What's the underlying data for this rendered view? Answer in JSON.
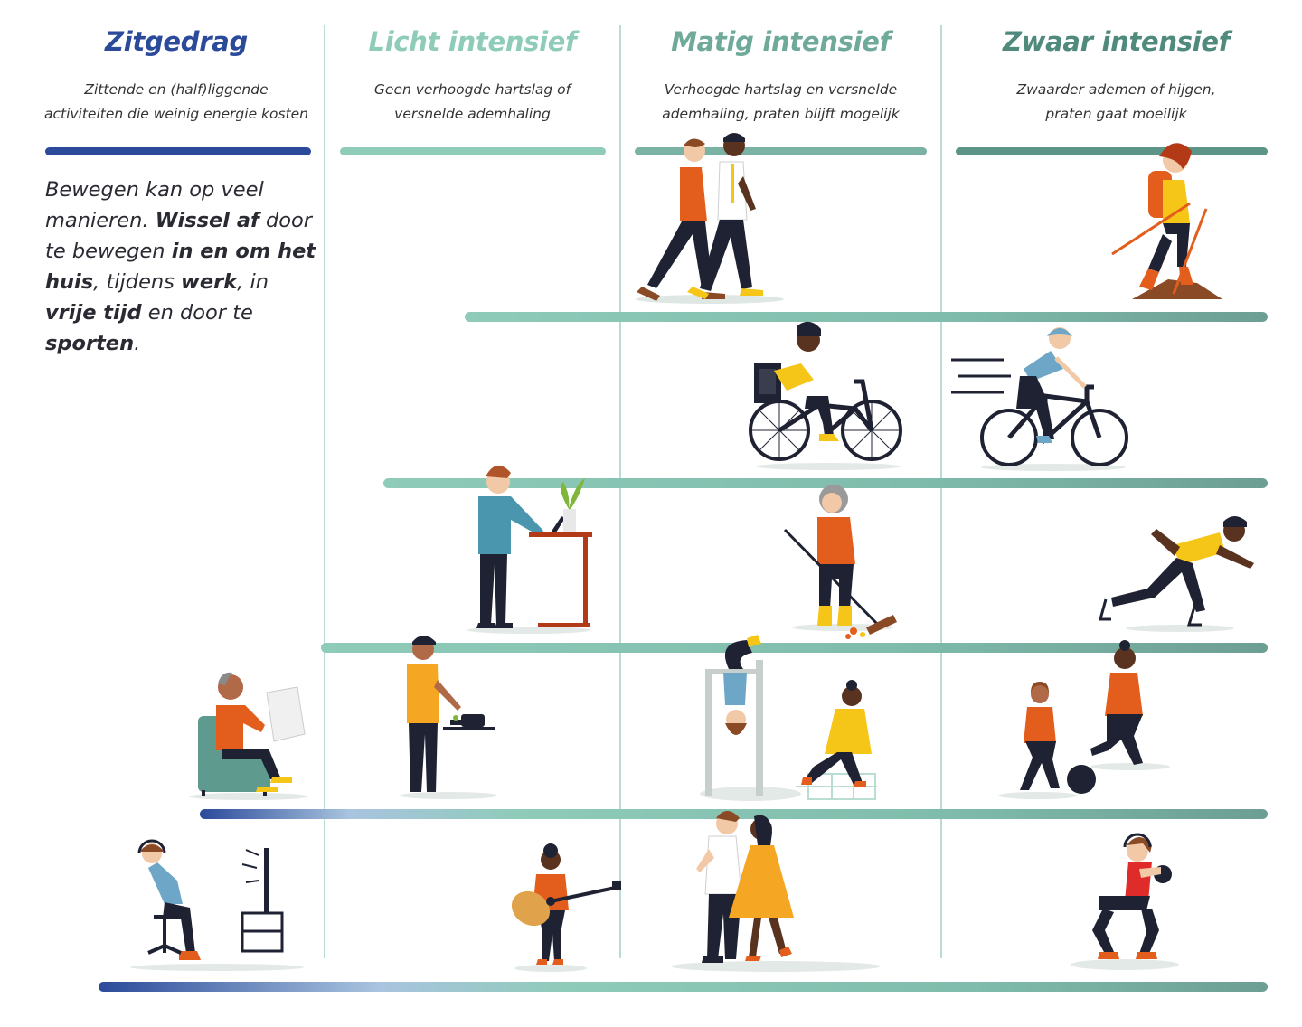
{
  "columns": [
    {
      "title": "Zitgedrag",
      "desc_line1": "Zittende en (half)liggende",
      "desc_line2": "activiteiten die weinig energie kosten",
      "color": "#2b4a9a"
    },
    {
      "title": "Licht intensief",
      "desc_line1": "Geen verhoogde hartslag of",
      "desc_line2": "versnelde ademhaling",
      "color": "#8fcbb9"
    },
    {
      "title": "Matig intensief",
      "desc_line1": "Verhoogde hartslag en versnelde",
      "desc_line2": "ademhaling, praten blijft mogelijk",
      "color": "#6fa99a"
    },
    {
      "title": "Zwaar intensief",
      "desc_line1": "Zwaarder ademen of hijgen,",
      "desc_line2": "praten gaat moeilijk",
      "color": "#4f8a7d"
    }
  ],
  "intro": {
    "p1": "Bewegen kan op veel manieren. ",
    "b1": "Wissel af",
    "p2": " door te bewegen ",
    "b2": "in en om het huis",
    "p3": ", tijdens ",
    "b3": "werk",
    "p4": ", in ",
    "b4": "vrije tijd",
    "p5": " en door te ",
    "b5": "sporten",
    "p6": "."
  },
  "colors": {
    "blue": "#2b4a9a",
    "light_blue": "#a9c4df",
    "mint": "#8fcbb9",
    "teal": "#6d9e94",
    "divider": "#b9ddd2",
    "orange": "#e35d1c",
    "yellow": "#f5c518",
    "navy": "#1f2233"
  },
  "activities": [
    {
      "icon": "walking-pair-icon"
    },
    {
      "icon": "nordic-walking-icon"
    },
    {
      "icon": "cycling-child-seat-icon"
    },
    {
      "icon": "racing-cyclist-icon"
    },
    {
      "icon": "standing-desk-icon"
    },
    {
      "icon": "sweeping-leaves-icon"
    },
    {
      "icon": "sprinter-prosthetic-icon"
    },
    {
      "icon": "reading-armchair-icon"
    },
    {
      "icon": "cooking-icon"
    },
    {
      "icon": "climbing-bars-icon"
    },
    {
      "icon": "hopscotch-child-icon"
    },
    {
      "icon": "soccer-pair-icon"
    },
    {
      "icon": "gamer-tv-icon"
    },
    {
      "icon": "guitar-player-icon"
    },
    {
      "icon": "dancing-couple-icon"
    },
    {
      "icon": "squat-medicine-ball-icon"
    }
  ]
}
